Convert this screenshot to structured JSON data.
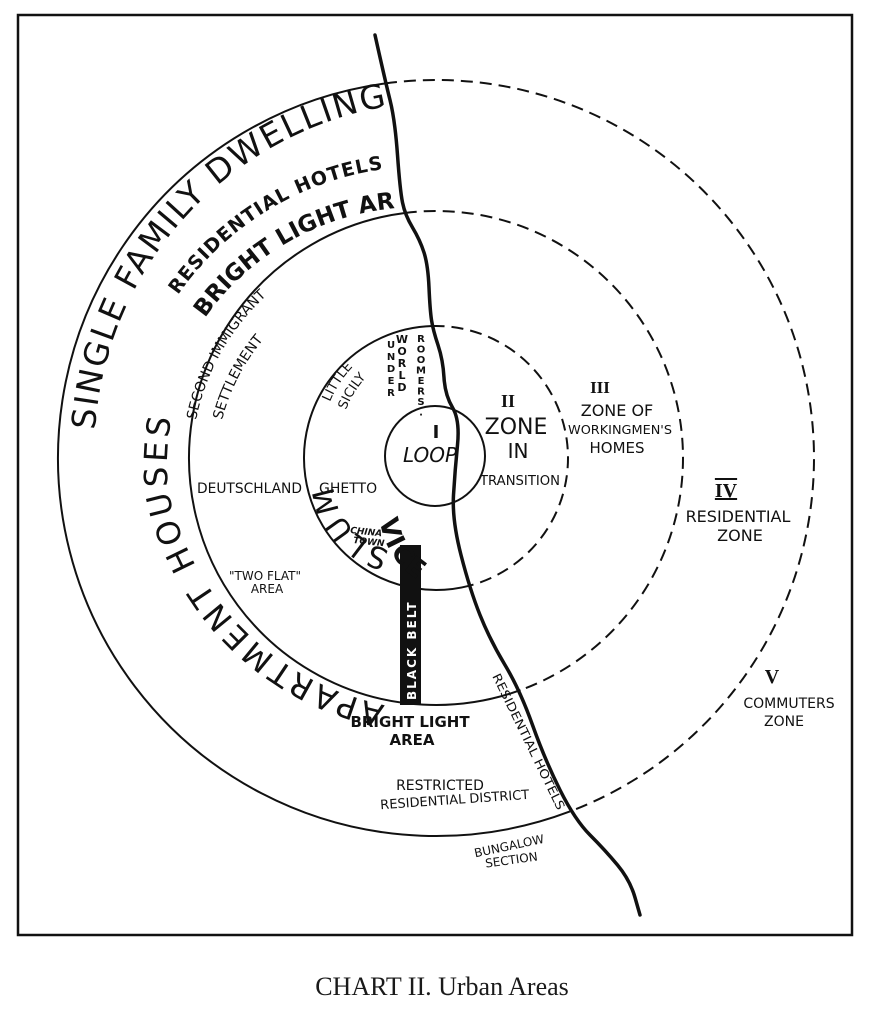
{
  "caption": "CHART II. Urban Areas",
  "colors": {
    "ink": "#111111",
    "paper": "#ffffff"
  },
  "zones": [
    {
      "numeral": "I",
      "name": "LOOP",
      "ring": 1
    },
    {
      "numeral": "II",
      "name_lines": [
        "ZONE",
        "IN",
        "TRANSITION"
      ],
      "ring": 2
    },
    {
      "numeral": "III",
      "name_lines": [
        "ZONE OF",
        "WORKINGMEN'S",
        "HOMES"
      ],
      "ring": 3
    },
    {
      "numeral": "IV",
      "name_lines": [
        "RESIDENTIAL",
        "ZONE"
      ],
      "ring": 4
    },
    {
      "numeral": "V",
      "name_lines": [
        "COMMUTERS",
        "ZONE"
      ],
      "ring": 5
    }
  ],
  "arc_labels": {
    "single_family": "SINGLE FAMILY DWELLINGS",
    "residential_hotels": "RESIDENTIAL HOTELS",
    "bright_light_top": "BRIGHT LIGHT AREA",
    "apartment_houses": "APARTMENT HOUSES",
    "second_immigrant_1": "SECOND IMMIGRANT",
    "second_immigrant_2": "SETTLEMENT",
    "little_sicily_1": "LITTLE",
    "little_sicily_2": "SICILY",
    "slum": "SLUM",
    "vice": "VICE"
  },
  "labels": {
    "underworld_1": "UNDER",
    "underworld_2": "WORLD",
    "roomers": "ROOMERS.",
    "deutschland": "DEUTSCHLAND",
    "ghetto": "GHETTO",
    "china_town_1": "CHINA",
    "china_town_2": "TOWN",
    "two_flat_1": "\"TWO FLAT\"",
    "two_flat_2": "AREA",
    "black_belt": "BLACK BELT",
    "bright_light_bottom_1": "BRIGHT LIGHT",
    "bright_light_bottom_2": "AREA",
    "residential_hotels_river": "RESIDENTIAL HOTELS",
    "restricted_1": "RESTRICTED",
    "restricted_2": "RESIDENTIAL DISTRICT",
    "bungalow_1": "BUNGALOW",
    "bungalow_2": "SECTION"
  }
}
